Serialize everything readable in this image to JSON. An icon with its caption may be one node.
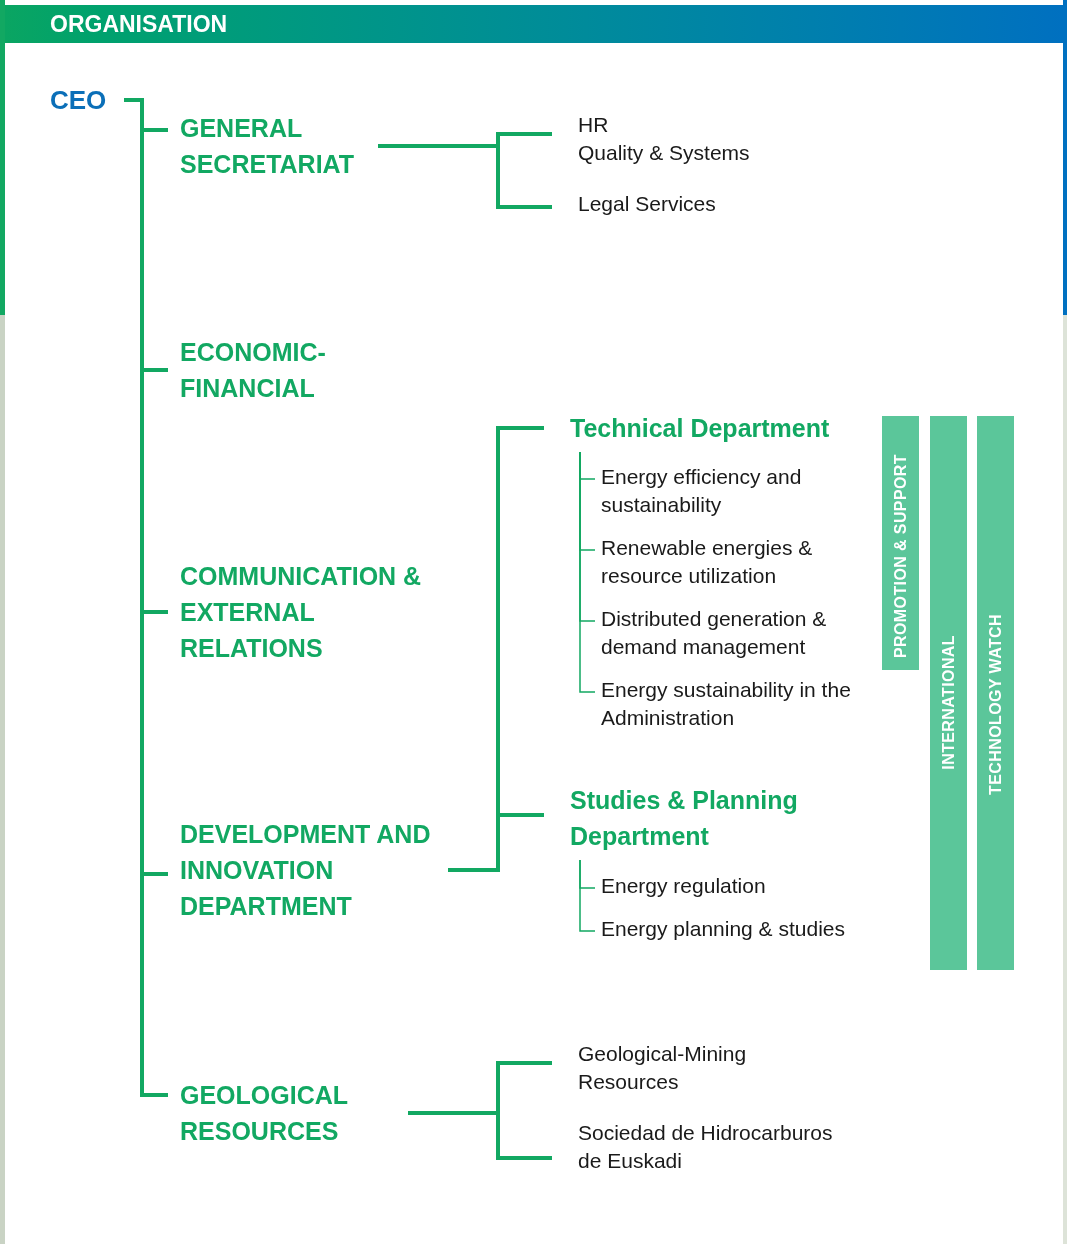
{
  "diagram": {
    "title": "ORGANISATION",
    "nodes": [
      {
        "text": [
          "CEO"
        ]
      },
      {
        "text": [
          "GENERAL SECRETARIAT"
        ]
      },
      {
        "text": [
          "HR",
          "Quality & Systems"
        ]
      },
      {
        "text": [
          "Legal Services"
        ]
      },
      {
        "text": [
          "ECONOMIC-FINANCIAL"
        ]
      },
      {
        "text": [
          "COMMUNICATION & EXTERNAL RELATIONS"
        ]
      },
      {
        "text": [
          "DEVELOPMENT AND INNOVATION DEPARTMENT"
        ]
      },
      {
        "text": [
          "Technical Department"
        ]
      },
      {
        "text": [
          "Energy efficiency and sustainability"
        ]
      },
      {
        "text": [
          "Renewable energies & resource utilization"
        ]
      },
      {
        "text": [
          "Distributed generation & demand management"
        ]
      },
      {
        "text": [
          "Energy sustainability in the Administration"
        ]
      },
      {
        "text": [
          "Studies & Planning Department"
        ]
      },
      {
        "text": [
          "Energy regulation"
        ]
      },
      {
        "text": [
          "Energy planning & studies"
        ]
      },
      {
        "text": [
          "PROMOTION & SUPPORT"
        ]
      },
      {
        "text": [
          "INTERNATIONAL"
        ]
      },
      {
        "text": [
          "TECHNOLOGY WATCH"
        ]
      },
      {
        "text": [
          "GEOLOGICAL RESOURCES"
        ]
      },
      {
        "text": [
          "Geological-Mining Resources"
        ]
      },
      {
        "text": [
          "Sociedad de Hidrocarburos de Euskadi"
        ]
      }
    ],
    "edges": [
      {
        "from": 0,
        "to": 1,
        "arrow": "none"
      },
      {
        "from": 0,
        "to": 4,
        "arrow": "none"
      },
      {
        "from": 0,
        "to": 5,
        "arrow": "none"
      },
      {
        "from": 0,
        "to": 6,
        "arrow": "none"
      },
      {
        "from": 0,
        "to": 18,
        "arrow": "none"
      },
      {
        "from": 1,
        "to": 2,
        "arrow": "none"
      },
      {
        "from": 1,
        "to": 3,
        "arrow": "none"
      },
      {
        "from": 6,
        "to": 7,
        "arrow": "none"
      },
      {
        "from": 6,
        "to": 12,
        "arrow": "none"
      },
      {
        "from": 7,
        "to": 8,
        "arrow": "none"
      },
      {
        "from": 7,
        "to": 9,
        "arrow": "none"
      },
      {
        "from": 7,
        "to": 10,
        "arrow": "none"
      },
      {
        "from": 7,
        "to": 11,
        "arrow": "none"
      },
      {
        "from": 12,
        "to": 13,
        "arrow": "none"
      },
      {
        "from": 12,
        "to": 14,
        "arrow": "none"
      },
      {
        "from": 18,
        "to": 19,
        "arrow": "none"
      },
      {
        "from": 18,
        "to": 20,
        "arrow": "none"
      }
    ]
  }
}
